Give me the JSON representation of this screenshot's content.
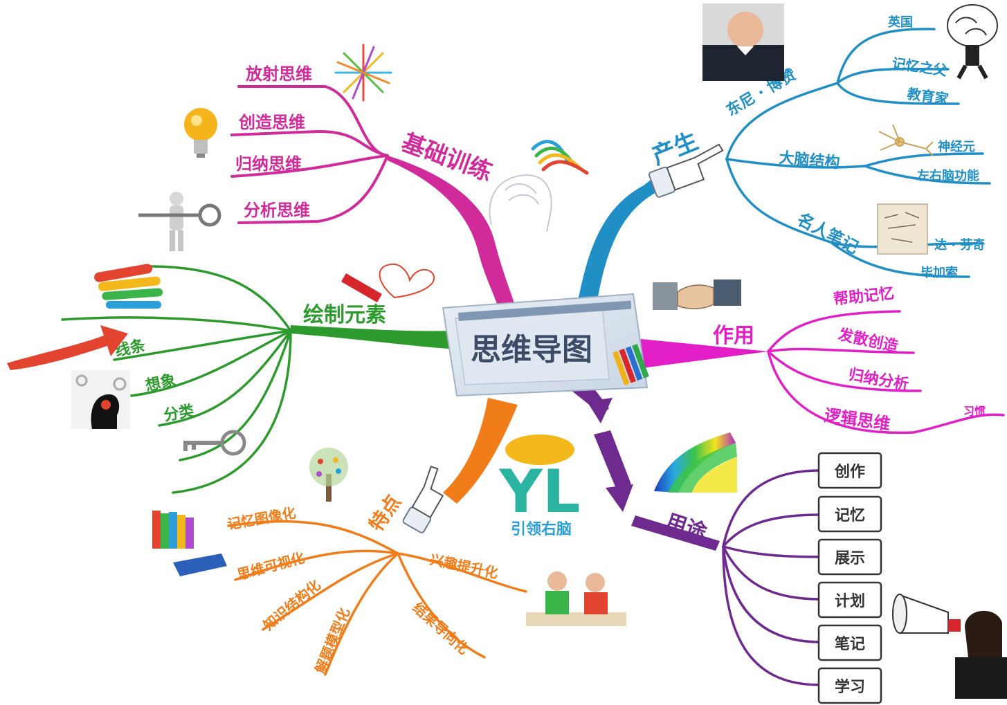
{
  "center": {
    "title": "思维导图"
  },
  "logo": {
    "text": "YL",
    "caption": "引领右脑"
  },
  "colors": {
    "pink": "#d12a9a",
    "blue": "#1f8fc6",
    "magenta": "#e21fc7",
    "purple": "#6f2a8f",
    "orange": "#f07d1a",
    "green": "#2c9a2c"
  },
  "branches": {
    "training": {
      "label": "基础训练",
      "items": [
        "放射思维",
        "创造思维",
        "归纳思维",
        "分析思维"
      ]
    },
    "origin": {
      "label": "产生",
      "person": "东尼 · 博赞",
      "person_items": [
        "英国",
        "记忆之父",
        "教育家"
      ],
      "brain": "大脑结构",
      "brain_items": [
        "神经元",
        "左右脑功能"
      ],
      "notes": "名人笔记",
      "notes_items": [
        "达 · 芬奇",
        "毕加索"
      ]
    },
    "function": {
      "label": "作用",
      "items": [
        "帮助记忆",
        "发散创造",
        "归纳分析",
        "逻辑思维"
      ],
      "sub": "习惯"
    },
    "usage": {
      "label": "用途",
      "items": [
        "创作",
        "记忆",
        "展示",
        "计划",
        "笔记",
        "学习"
      ]
    },
    "features": {
      "label": "特点",
      "items": [
        "记忆图像化",
        "思维可视化",
        "知识结构化",
        "解题模型化",
        "结果导向化",
        "兴趣提升化"
      ]
    },
    "elements": {
      "label": "绘制元素",
      "items": [
        "线条",
        "想象",
        "分类"
      ]
    }
  }
}
